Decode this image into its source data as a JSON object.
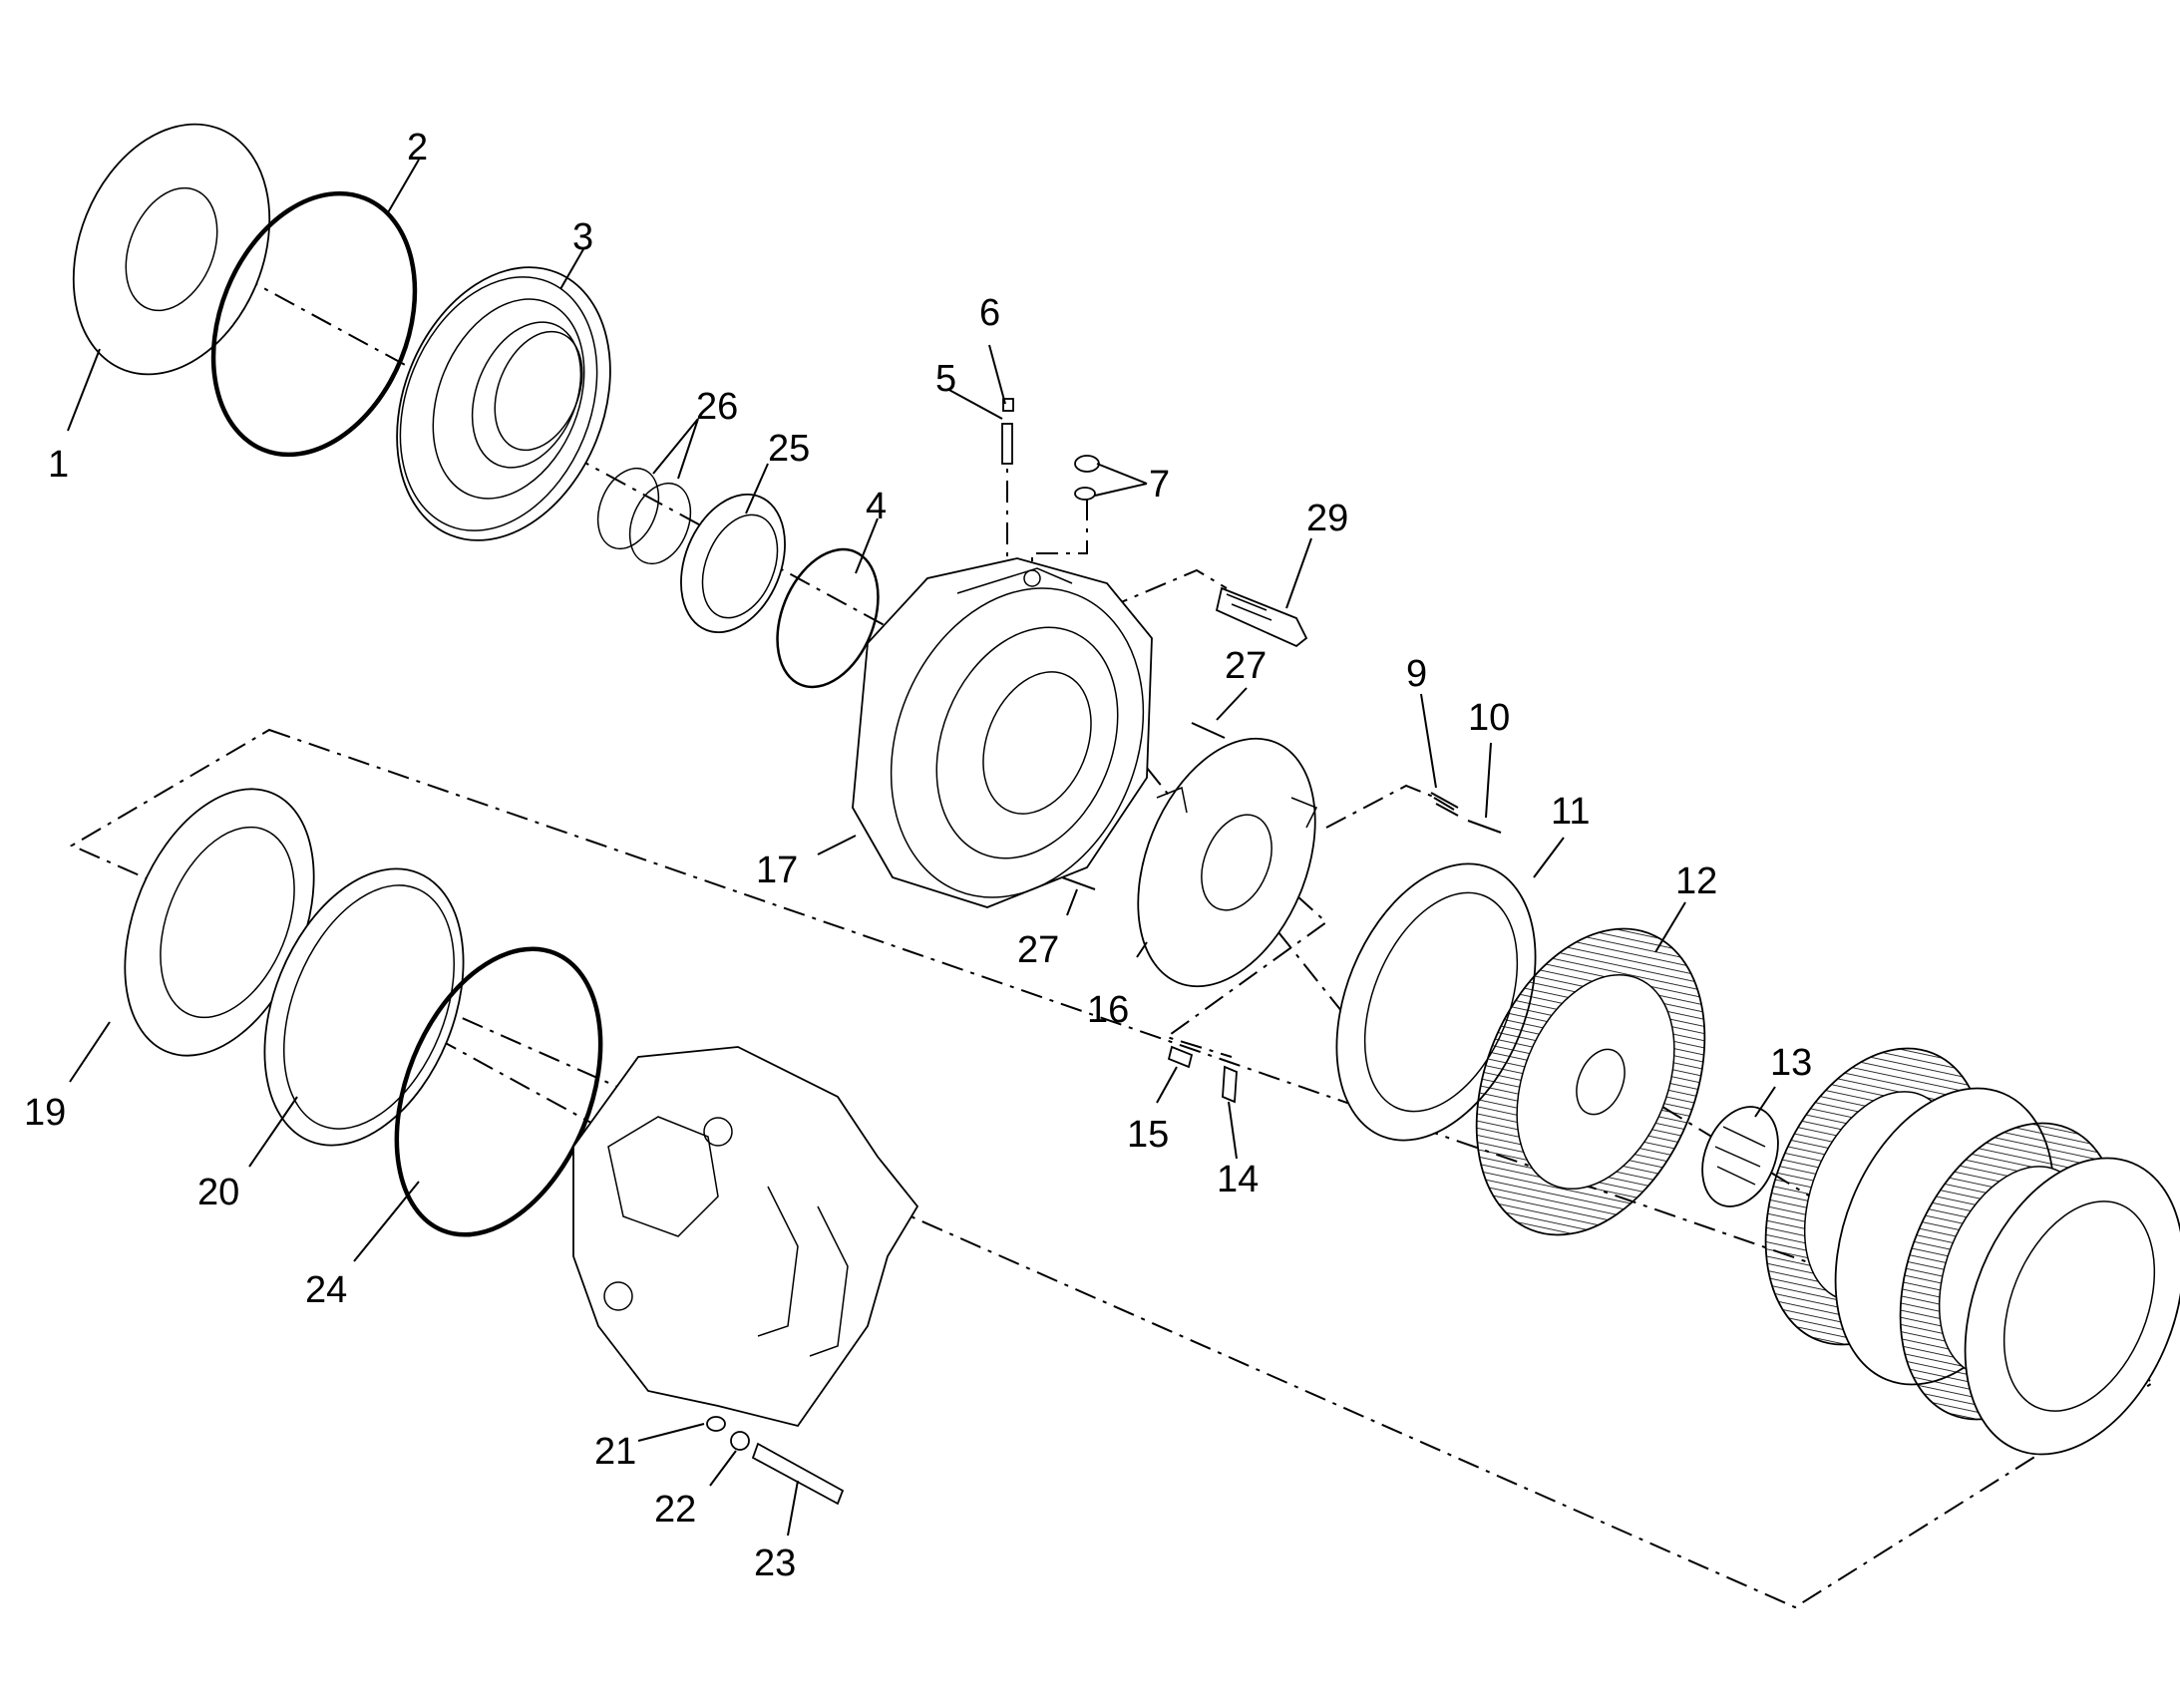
{
  "callouts": {
    "c1": "1",
    "c2": "2",
    "c3": "3",
    "c4": "4",
    "c5": "5",
    "c6": "6",
    "c7": "7",
    "c9": "9",
    "c10": "10",
    "c11": "11",
    "c12": "12",
    "c13": "13",
    "c14": "14",
    "c15": "15",
    "c16": "16",
    "c17": "17",
    "c19": "19",
    "c20": "20",
    "c21": "21",
    "c22": "22",
    "c23": "23",
    "c24": "24",
    "c25": "25",
    "c26": "26",
    "c27a": "27",
    "c27b": "27",
    "c29": "29"
  }
}
